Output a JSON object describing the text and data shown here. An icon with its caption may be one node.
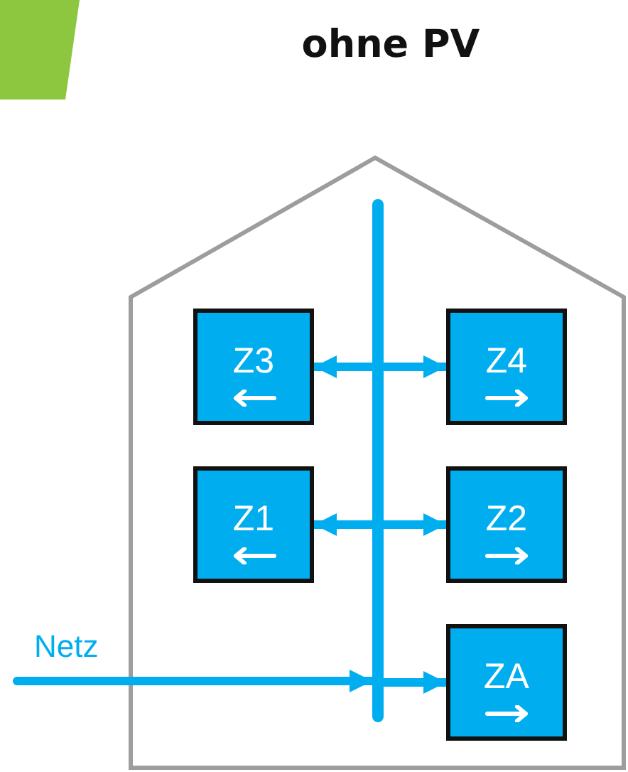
{
  "diagram": {
    "title": "ohne PV",
    "nodes": [
      {
        "text": [],
        "shape": "bar"
      },
      {
        "text": [
          "Z3"
        ]
      },
      {
        "text": [
          "Z4"
        ]
      },
      {
        "text": [
          "Z1"
        ]
      },
      {
        "text": [
          "Z2"
        ]
      },
      {
        "text": [
          "ZA"
        ]
      }
    ],
    "edges": [
      {
        "from": null,
        "to": 0,
        "arrow": "to",
        "label": "Netz"
      },
      {
        "from": 0,
        "to": 5,
        "arrow": "to"
      },
      {
        "from": 0,
        "to": 1,
        "arrow": "to"
      },
      {
        "from": 0,
        "to": 2,
        "arrow": "to"
      },
      {
        "from": 0,
        "to": 3,
        "arrow": "to"
      },
      {
        "from": 0,
        "to": 4,
        "arrow": "to"
      }
    ]
  }
}
